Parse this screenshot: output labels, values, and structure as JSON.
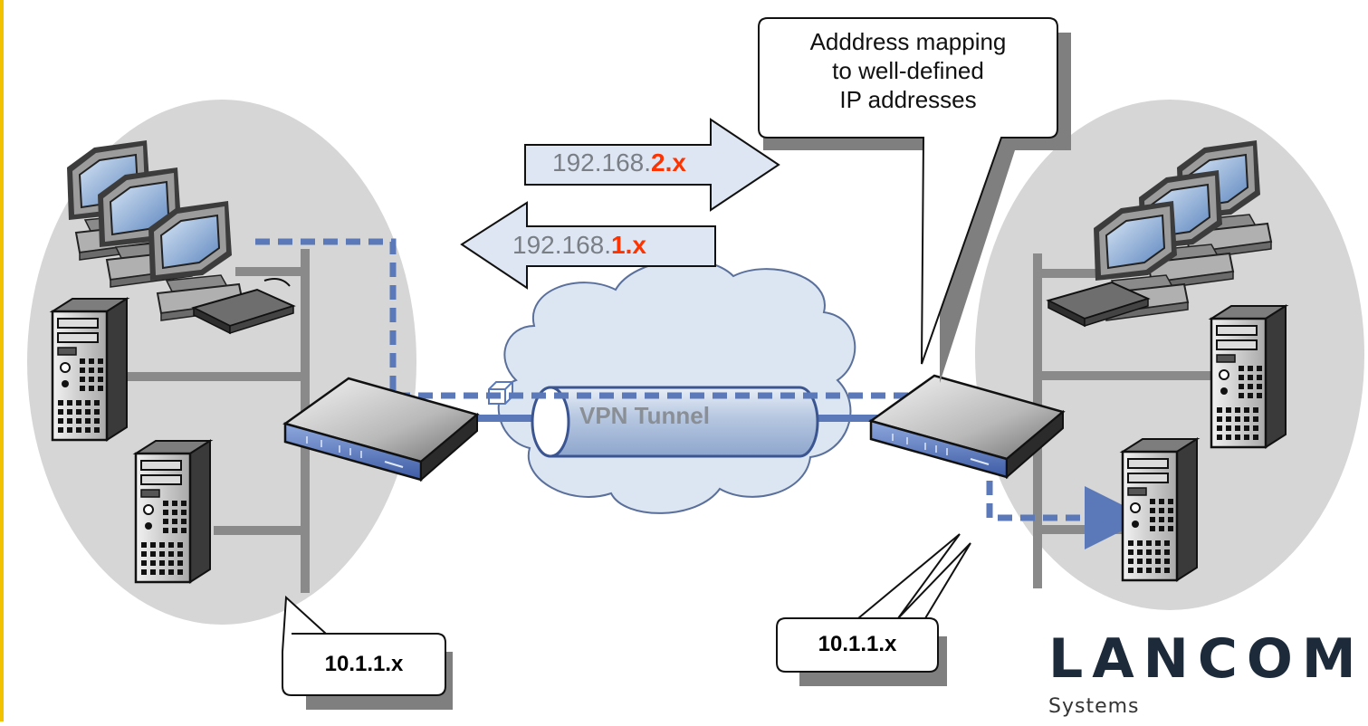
{
  "callout_top": {
    "line1": "Adddress mapping",
    "line2": "to well-defined",
    "line3": "IP addresses"
  },
  "arrow_right": {
    "prefix": "192.168.",
    "suffix": "2.x"
  },
  "arrow_left": {
    "prefix": "192.168.",
    "suffix": "1.x"
  },
  "tunnel": {
    "label": "VPN Tunnel"
  },
  "callout_left": {
    "label": "10.1.1.x"
  },
  "callout_right": {
    "label": "10.1.1.x"
  },
  "logo": {
    "name": "LANCOM",
    "tagline": "Systems"
  },
  "colors": {
    "network_ellipse": "#d6d6d6",
    "ethernet": "#8a8a8a",
    "path": "#5b79b8",
    "highlight": "#ff3300",
    "cloud": "#dbe6f2",
    "arrow_fill": "#dde6f2",
    "left_border": "#f2c200"
  }
}
